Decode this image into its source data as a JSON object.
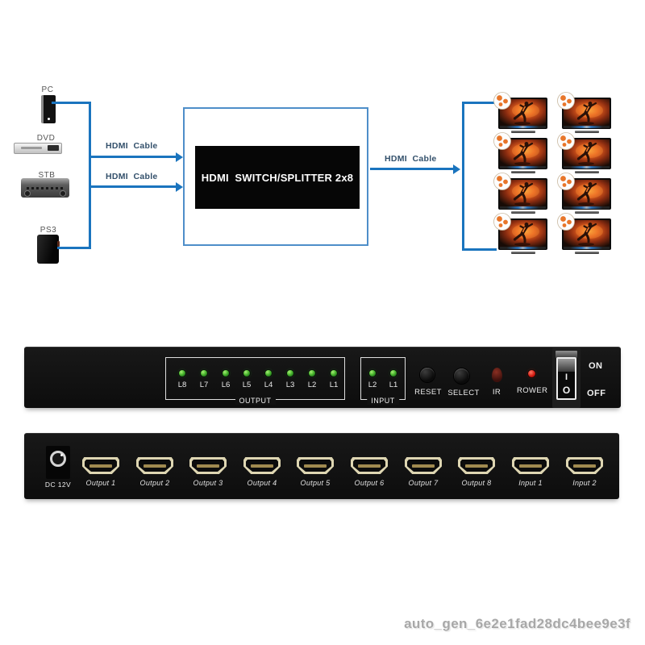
{
  "colors": {
    "cable_blue": "#1a74be",
    "box_border_blue": "#4e8ec9",
    "led_green": "#49b62e",
    "power_led_red": "#d01910",
    "panel_black": "#101010",
    "port_gold": "#ded6b2"
  },
  "diagram": {
    "sources": [
      {
        "name": "PC"
      },
      {
        "name": "DVD"
      },
      {
        "name": "STB"
      },
      {
        "name": "PS3"
      }
    ],
    "input_cables": [
      {
        "label": "HDMI  Cable"
      },
      {
        "label": "HDMI  Cable"
      }
    ],
    "output_cable": {
      "label": "HDMI  Cable"
    },
    "switch_box": {
      "label": "HDMI  SWITCH/SPLITTER 2x8"
    },
    "tvs": {
      "count": 8,
      "screen_content": "soccer-player-with-ball"
    }
  },
  "front_panel": {
    "output_group": {
      "label": "OUTPUT",
      "leds": [
        "L8",
        "L7",
        "L6",
        "L5",
        "L4",
        "L3",
        "L2",
        "L1"
      ]
    },
    "input_group": {
      "label": "INPUT",
      "leds": [
        "L2",
        "L1"
      ]
    },
    "reset_button": "RESET",
    "select_button": "SELECT",
    "ir_label": "IR",
    "power_label": "ROWER",
    "power_switch": {
      "on": "ON",
      "off": "OFF",
      "i_mark": "I",
      "o_mark": "O"
    }
  },
  "rear_panel": {
    "dc_label": "DC 12V",
    "ports": [
      "Output 1",
      "Output 2",
      "Output 3",
      "Output 4",
      "Output 5",
      "Output 6",
      "Output 7",
      "Output 8",
      "Input 1",
      "Input 2"
    ]
  },
  "watermark": "auto_gen_6e2e1fad28dc4bee9e3f"
}
